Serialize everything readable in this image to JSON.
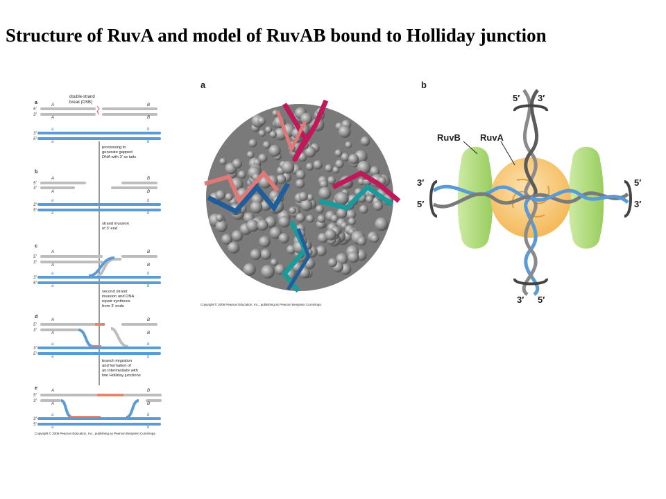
{
  "title": "Structure of RuvA and model of RuvAB bound to Holliday junction",
  "colors": {
    "dna_gray": "#bdbdbd",
    "dna_blue": "#5b9bd5",
    "repair_red": "#e8836b",
    "ruva_orange": "#f8c97a",
    "ruvb_green": "#a9d86e",
    "magenta": "#c0185a",
    "teal": "#1a9a9a",
    "salmon": "#e07878",
    "navy": "#1f5d9b"
  },
  "left_panel": {
    "panels": [
      {
        "letter": "a",
        "step_text": [
          "processing to",
          "generate gapped",
          "DNA with 3′ ss tails"
        ]
      },
      {
        "letter": "b",
        "step_text": [
          "strand invasion",
          "of 3′ end"
        ]
      },
      {
        "letter": "c",
        "step_text": [
          "second strand",
          "invasion and DNA",
          "repair synthesis",
          "from 3′ ends"
        ]
      },
      {
        "letter": "d",
        "step_text": [
          "branch migration",
          "and formation of",
          "an intermediate with",
          "two Holliday junctions"
        ]
      },
      {
        "letter": "e",
        "step_text": []
      }
    ],
    "dsb_label": [
      "double-strand",
      "break (DSB)"
    ],
    "strand_labels": {
      "five": "5′",
      "three": "3′",
      "A": "A",
      "B": "B",
      "a": "a",
      "b": "b"
    },
    "copyright": "Copyright © 2006 Pearson Education, Inc., publishing as Pearson Benjamin Cummings."
  },
  "middle_panel": {
    "letter": "a",
    "copyright": "Copyright © 2006 Pearson Education, Inc., publishing as Pearson Benjamin Cummings."
  },
  "right_panel": {
    "letter": "b",
    "ruvb_label": "RuvB",
    "ruva_label": "RuvA",
    "five": "5′",
    "three": "3′"
  }
}
